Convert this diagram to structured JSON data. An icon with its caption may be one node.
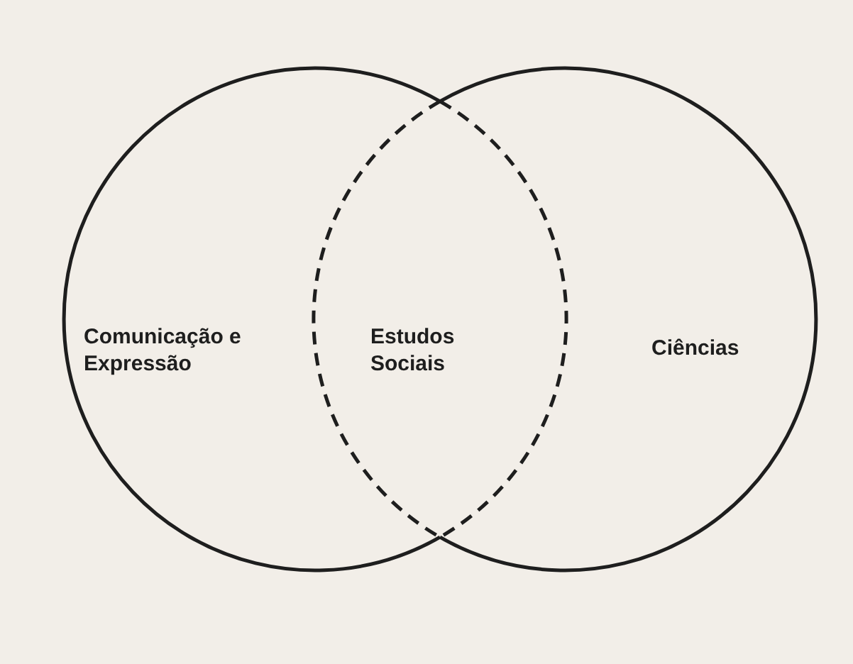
{
  "diagram": {
    "nodes": [
      {
        "text": [
          "Comunicação e Expressão"
        ]
      },
      {
        "text": [
          "Estudos Sociais"
        ]
      },
      {
        "text": [
          "Ciências"
        ]
      }
    ]
  }
}
